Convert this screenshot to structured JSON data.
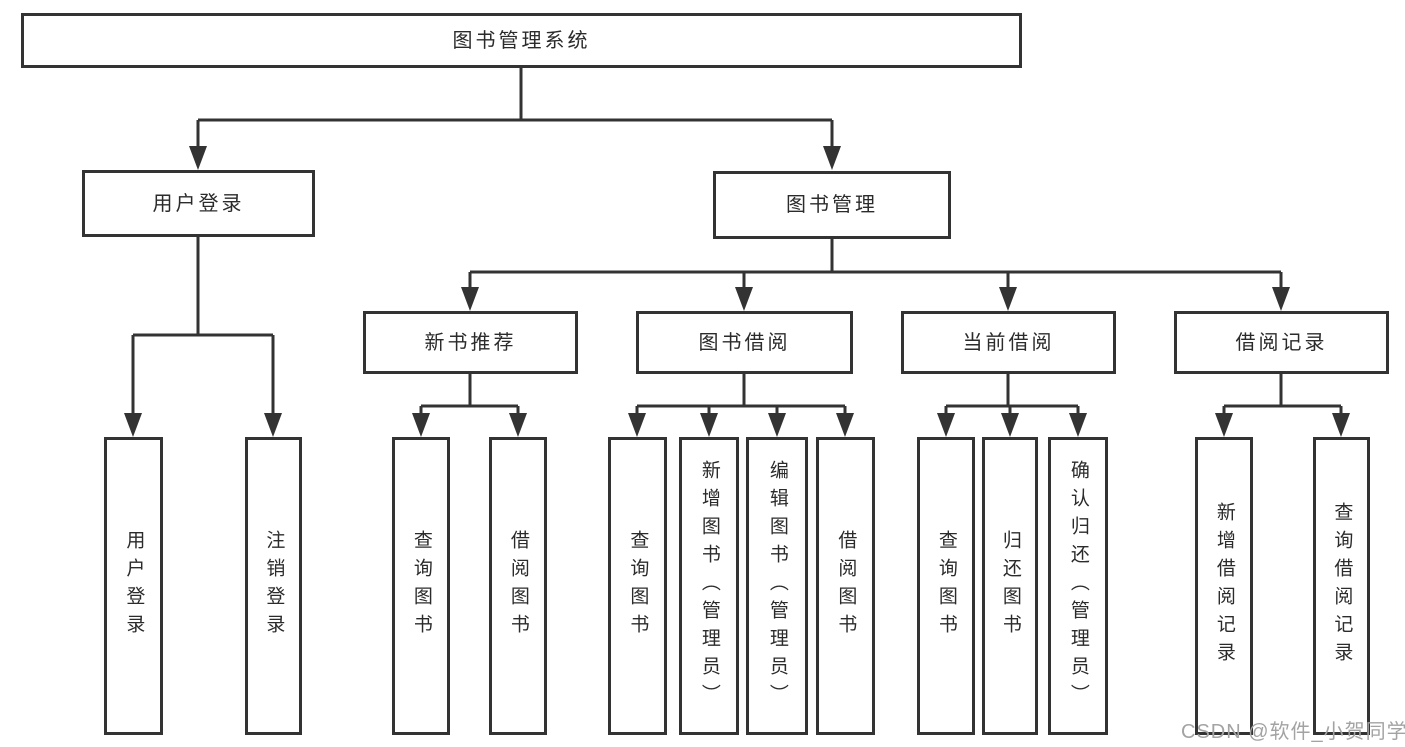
{
  "diagram": {
    "title": "图书管理系统",
    "level1": {
      "login": "用户登录",
      "manage": "图书管理"
    },
    "level2": {
      "recommend": "新书推荐",
      "borrow": "图书借阅",
      "current": "当前借阅",
      "records": "借阅记录"
    },
    "leaves": {
      "login": [
        "用户登录",
        "注销登录"
      ],
      "recommend": [
        "查询图书",
        "借阅图书"
      ],
      "borrow": [
        "查询图书",
        "新增图书（管理员）",
        "编辑图书（管理员）",
        "借阅图书"
      ],
      "current": [
        "查询图书",
        "归还图书",
        "确认归还（管理员）"
      ],
      "records": [
        "新增借阅记录",
        "查询借阅记录"
      ]
    }
  },
  "watermark": "CSDN @软件_小贺同学",
  "colors": {
    "line": "#333333",
    "text": "#2b2b2b",
    "watermark": "#a3a3a3",
    "background": "#ffffff"
  }
}
